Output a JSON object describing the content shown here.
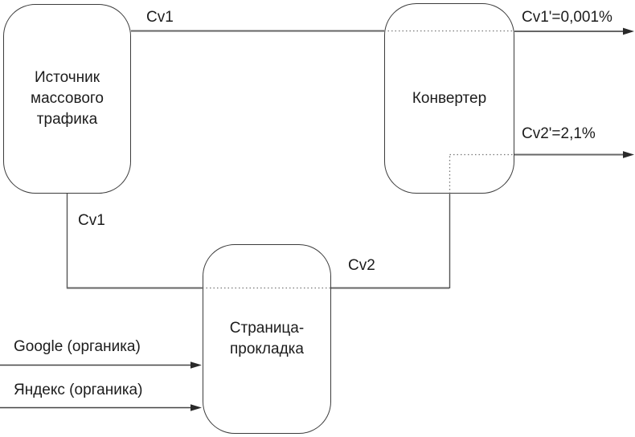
{
  "nodes": {
    "source": {
      "lines": [
        "Источник",
        "массового",
        "трафика"
      ]
    },
    "converter": {
      "label": "Конвертер"
    },
    "page": {
      "lines": [
        "Страница-",
        "прокладка"
      ]
    }
  },
  "edges": {
    "cv1_top": "Cv1",
    "cv1_down": "Cv1",
    "cv2_mid": "Cv2",
    "cv1_out": "Cv1'=0,001%",
    "cv2_out": "Cv2'=2,1%",
    "google_organic": "Google (органика)",
    "yandex_organic": "Яндекс (органика)"
  },
  "colors": {
    "background": "#ffffff",
    "box_border": "#3c3c3c",
    "wire": "#666666",
    "arrowhead": "#2a2a2a",
    "text": "#1c1c1c"
  }
}
